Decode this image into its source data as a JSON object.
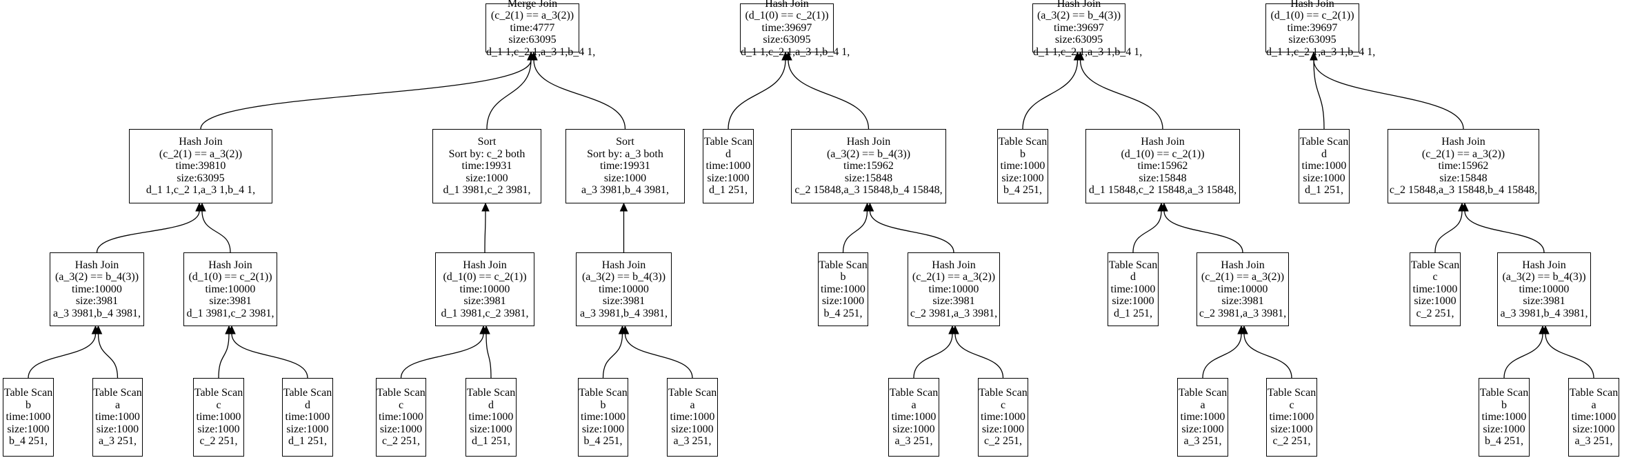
{
  "nodes": {
    "t1_root": [
      "Merge Join",
      "(c_2(1) == a_3(2))",
      "time:4777",
      "size:63095",
      "d_1 1,c_2 1,a_3 1,b_4 1,"
    ],
    "t1_hj": [
      "Hash Join",
      "(c_2(1) == a_3(2))",
      "time:39810",
      "size:63095",
      "d_1 1,c_2 1,a_3 1,b_4 1,"
    ],
    "t1_hja": [
      "Hash Join",
      "(a_3(2) == b_4(3))",
      "time:10000",
      "size:3981",
      "a_3 3981,b_4 3981,"
    ],
    "t1_hjb": [
      "Hash Join",
      "(d_1(0) == c_2(1))",
      "time:10000",
      "size:3981",
      "d_1 3981,c_2 3981,"
    ],
    "t1_ts1": [
      "Table Scan",
      "b",
      "time:1000",
      "size:1000",
      "b_4 251,"
    ],
    "t1_ts2": [
      "Table Scan",
      "a",
      "time:1000",
      "size:1000",
      "a_3 251,"
    ],
    "t1_ts3": [
      "Table Scan",
      "c",
      "time:1000",
      "size:1000",
      "c_2 251,"
    ],
    "t1_ts4": [
      "Table Scan",
      "d",
      "time:1000",
      "size:1000",
      "d_1 251,"
    ],
    "m_sort1": [
      "Sort",
      "Sort by: c_2 both",
      "time:19931",
      "size:1000",
      "d_1 3981,c_2 3981,"
    ],
    "m_sort2": [
      "Sort",
      "Sort by: a_3 both",
      "time:19931",
      "size:1000",
      "a_3 3981,b_4 3981,"
    ],
    "m_hj1": [
      "Hash Join",
      "(d_1(0) == c_2(1))",
      "time:10000",
      "size:3981",
      "d_1 3981,c_2 3981,"
    ],
    "m_hj2": [
      "Hash Join",
      "(a_3(2) == b_4(3))",
      "time:10000",
      "size:3981",
      "a_3 3981,b_4 3981,"
    ],
    "m_ts1": [
      "Table Scan",
      "c",
      "time:1000",
      "size:1000",
      "c_2 251,"
    ],
    "m_ts2": [
      "Table Scan",
      "d",
      "time:1000",
      "size:1000",
      "d_1 251,"
    ],
    "m_ts3": [
      "Table Scan",
      "b",
      "time:1000",
      "size:1000",
      "b_4 251,"
    ],
    "m_ts4": [
      "Table Scan",
      "a",
      "time:1000",
      "size:1000",
      "a_3 251,"
    ],
    "t2_root": [
      "Hash Join",
      "(d_1(0) == c_2(1))",
      "time:39697",
      "size:63095",
      "d_1 1,c_2 1,a_3 1,b_4 1,"
    ],
    "t2_ts": [
      "Table Scan",
      "d",
      "time:1000",
      "size:1000",
      "d_1 251,"
    ],
    "t2_hj": [
      "Hash Join",
      "(a_3(2) == b_4(3))",
      "time:15962",
      "size:15848",
      "c_2 15848,a_3 15848,b_4 15848,"
    ],
    "t2_ts2": [
      "Table Scan",
      "b",
      "time:1000",
      "size:1000",
      "b_4 251,"
    ],
    "t2_hj2": [
      "Hash Join",
      "(c_2(1) == a_3(2))",
      "time:10000",
      "size:3981",
      "c_2 3981,a_3 3981,"
    ],
    "t2_ts3": [
      "Table Scan",
      "a",
      "time:1000",
      "size:1000",
      "a_3 251,"
    ],
    "t2_ts4": [
      "Table Scan",
      "c",
      "time:1000",
      "size:1000",
      "c_2 251,"
    ],
    "t3_root": [
      "Hash Join",
      "(a_3(2) == b_4(3))",
      "time:39697",
      "size:63095",
      "d_1 1,c_2 1,a_3 1,b_4 1,"
    ],
    "t3_ts": [
      "Table Scan",
      "b",
      "time:1000",
      "size:1000",
      "b_4 251,"
    ],
    "t3_hj": [
      "Hash Join",
      "(d_1(0) == c_2(1))",
      "time:15962",
      "size:15848",
      "d_1 15848,c_2 15848,a_3 15848,"
    ],
    "t3_ts2": [
      "Table Scan",
      "d",
      "time:1000",
      "size:1000",
      "d_1 251,"
    ],
    "t3_hj2": [
      "Hash Join",
      "(c_2(1) == a_3(2))",
      "time:10000",
      "size:3981",
      "c_2 3981,a_3 3981,"
    ],
    "t3_ts3": [
      "Table Scan",
      "a",
      "time:1000",
      "size:1000",
      "a_3 251,"
    ],
    "t3_ts4": [
      "Table Scan",
      "c",
      "time:1000",
      "size:1000",
      "c_2 251,"
    ],
    "t4_root": [
      "Hash Join",
      "(d_1(0) == c_2(1))",
      "time:39697",
      "size:63095",
      "d_1 1,c_2 1,a_3 1,b_4 1,"
    ],
    "t4_ts": [
      "Table Scan",
      "d",
      "time:1000",
      "size:1000",
      "d_1 251,"
    ],
    "t4_hj": [
      "Hash Join",
      "(c_2(1) == a_3(2))",
      "time:15962",
      "size:15848",
      "c_2 15848,a_3 15848,b_4 15848,"
    ],
    "t4_ts2": [
      "Table Scan",
      "c",
      "time:1000",
      "size:1000",
      "c_2 251,"
    ],
    "t4_hj2": [
      "Hash Join",
      "(a_3(2) == b_4(3))",
      "time:10000",
      "size:3981",
      "a_3 3981,b_4 3981,"
    ],
    "t4_ts3": [
      "Table Scan",
      "b",
      "time:1000",
      "size:1000",
      "b_4 251,"
    ],
    "t4_ts4": [
      "Table Scan",
      "a",
      "time:1000",
      "size:1000",
      "a_3 251,"
    ]
  },
  "edges": [
    [
      "t1_hj",
      "t1_root"
    ],
    [
      "t1_hja",
      "t1_hj"
    ],
    [
      "t1_hjb",
      "t1_hj"
    ],
    [
      "t1_ts1",
      "t1_hja"
    ],
    [
      "t1_ts2",
      "t1_hja"
    ],
    [
      "t1_ts3",
      "t1_hjb"
    ],
    [
      "t1_ts4",
      "t1_hjb"
    ],
    [
      "m_sort1",
      "t1_root"
    ],
    [
      "m_sort2",
      "t1_root"
    ],
    [
      "m_hj1",
      "m_sort1"
    ],
    [
      "m_hj2",
      "m_sort2"
    ],
    [
      "m_ts1",
      "m_hj1"
    ],
    [
      "m_ts2",
      "m_hj1"
    ],
    [
      "m_ts3",
      "m_hj2"
    ],
    [
      "m_ts4",
      "m_hj2"
    ],
    [
      "t2_ts",
      "t2_root"
    ],
    [
      "t2_hj",
      "t2_root"
    ],
    [
      "t2_ts2",
      "t2_hj"
    ],
    [
      "t2_hj2",
      "t2_hj"
    ],
    [
      "t2_ts3",
      "t2_hj2"
    ],
    [
      "t2_ts4",
      "t2_hj2"
    ],
    [
      "t3_ts",
      "t3_root"
    ],
    [
      "t3_hj",
      "t3_root"
    ],
    [
      "t3_ts2",
      "t3_hj"
    ],
    [
      "t3_hj2",
      "t3_hj"
    ],
    [
      "t3_ts3",
      "t3_hj2"
    ],
    [
      "t3_ts4",
      "t3_hj2"
    ],
    [
      "t4_ts",
      "t4_root"
    ],
    [
      "t4_hj",
      "t4_root"
    ],
    [
      "t4_ts2",
      "t4_hj"
    ],
    [
      "t4_hj2",
      "t4_hj"
    ],
    [
      "t4_ts3",
      "t4_hj2"
    ],
    [
      "t4_ts4",
      "t4_hj2"
    ]
  ],
  "colors": {
    "stroke": "#000000",
    "fill": "#ffffff",
    "text": "#000000"
  }
}
